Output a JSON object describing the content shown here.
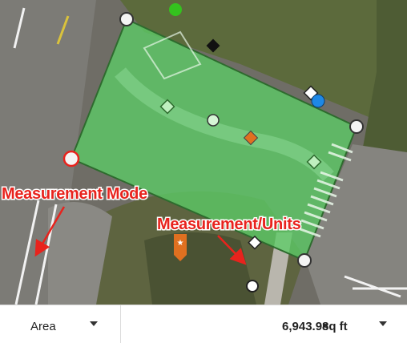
{
  "annotations": {
    "mode_label": "Measurement Mode",
    "units_label": "Measurement/Units"
  },
  "bottom_bar": {
    "mode": "Area",
    "value": "6,943.98",
    "units": "sq ft"
  },
  "colors": {
    "polygon_fill": "#5ccc66",
    "polygon_stroke": "#2e6b2e",
    "annotation": "#e8231d",
    "marker_blue": "#1e88e5",
    "marker_orange": "#e07020",
    "marker_green": "#34c21e"
  },
  "icons": {
    "vertex": "circle-handle-icon",
    "selected_vertex": "active-vertex-icon",
    "marker": "diamond-marker-icon",
    "pin": "location-pin-icon"
  }
}
